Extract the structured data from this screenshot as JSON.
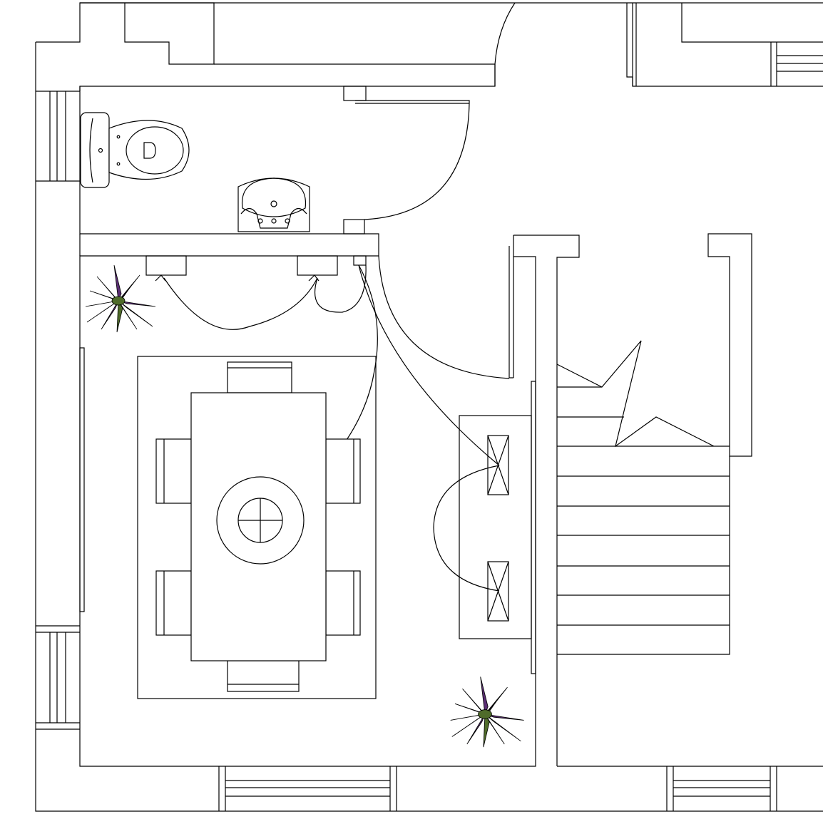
{
  "drawing": {
    "background": "#ffffff",
    "line_color": "#000000",
    "plant_colors": [
      "#5a2d73",
      "#4f6b2a",
      "#8a6a9e"
    ]
  },
  "rooms": [
    "bathroom",
    "dining-room",
    "hallway",
    "staircase"
  ],
  "fixtures": {
    "toilet": 1,
    "washbasin": 1,
    "dining_table": 1,
    "dining_chairs": 6,
    "ceiling_lamp": 1,
    "sideboard": 1,
    "potted_plants": 2,
    "stair_treads": 7
  }
}
